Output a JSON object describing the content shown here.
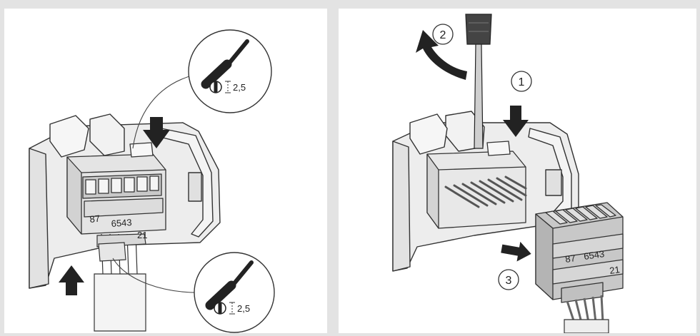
{
  "left_panel": {
    "tool_spec_top": "2,5",
    "tool_spec_bottom": "2,5",
    "terminal_numbers_row1": "87",
    "terminal_numbers_row2": "6543",
    "terminal_numbers_row3": "21"
  },
  "right_panel": {
    "step_1": "1",
    "step_2": "2",
    "step_3": "3",
    "plug_numbers_row1": "87",
    "plug_numbers_row2": "6543",
    "plug_numbers_row3": "21"
  },
  "colors": {
    "background": "#e3e3e3",
    "panel": "#ffffff",
    "housing_fill": "#ededed",
    "plug_fill": "#c8c8c8",
    "outline": "#333333",
    "arrow": "#222222"
  }
}
